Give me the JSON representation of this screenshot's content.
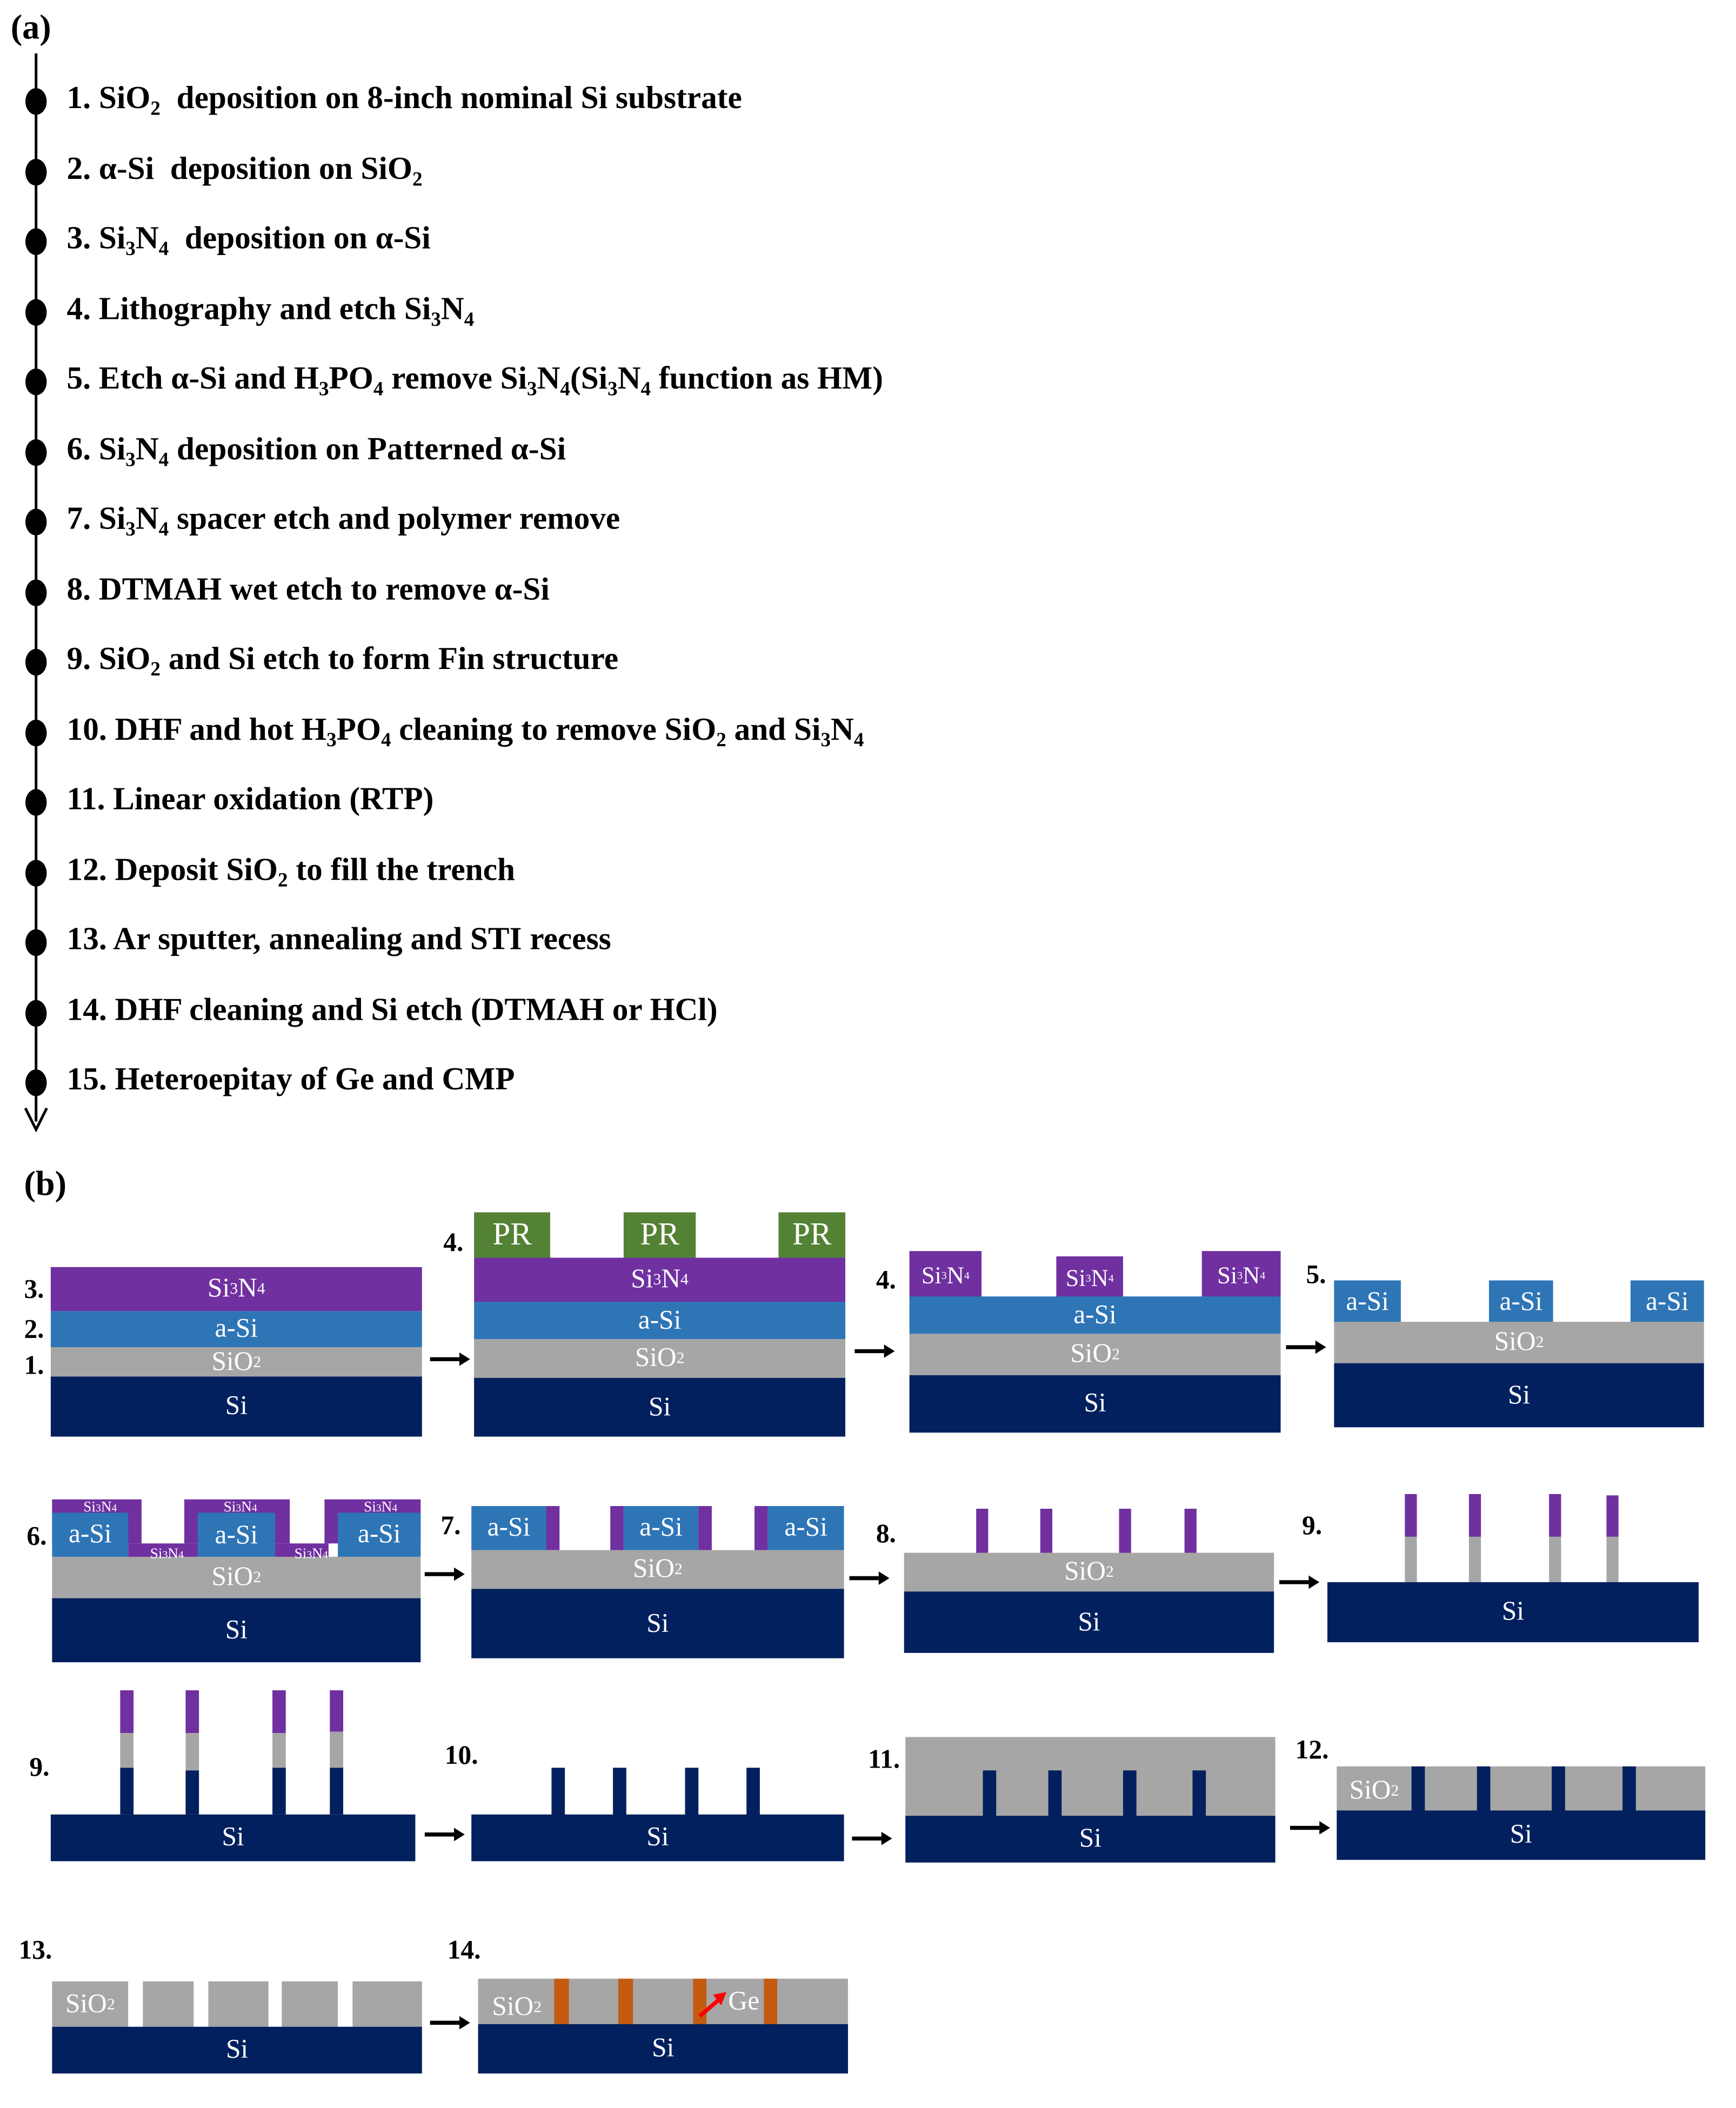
{
  "panel_a": {
    "label": "(a)",
    "steps": [
      {
        "n": "1.",
        "parts": [
          "SiO",
          "2",
          "  deposition on 8-inch nominal Si substrate"
        ]
      },
      {
        "n": "2.",
        "parts": [
          "α-Si  deposition on SiO",
          "2",
          ""
        ]
      },
      {
        "n": "3.",
        "parts": [
          "Si",
          "3",
          "N",
          "4",
          "  deposition on α-Si"
        ]
      },
      {
        "n": "4.",
        "parts": [
          "Lithography and etch Si",
          "3",
          "N",
          "4",
          ""
        ]
      },
      {
        "n": "5.",
        "parts": [
          "Etch α-Si and H",
          "3",
          "PO",
          "4",
          " remove Si",
          "3",
          "N",
          "4",
          "(Si",
          "3",
          "N",
          "4",
          " function as HM)"
        ]
      },
      {
        "n": "6.",
        "parts": [
          "Si",
          "3",
          "N",
          "4",
          " deposition on Patterned α-Si"
        ]
      },
      {
        "n": "7.",
        "parts": [
          "Si",
          "3",
          "N",
          "4",
          " spacer etch and polymer remove"
        ]
      },
      {
        "n": "8.",
        "parts": [
          "DTMAH wet etch to remove α-Si"
        ]
      },
      {
        "n": "9.",
        "parts": [
          "SiO",
          "2",
          " and Si etch to form Fin structure"
        ]
      },
      {
        "n": "10.",
        "parts": [
          "DHF and hot H",
          "3",
          "PO",
          "4",
          " cleaning to remove SiO",
          "2",
          " and Si",
          "3",
          "N",
          "4",
          ""
        ]
      },
      {
        "n": "11.",
        "parts": [
          "Linear oxidation (RTP)"
        ]
      },
      {
        "n": "12.",
        "parts": [
          "Deposit SiO",
          "2",
          " to fill the trench"
        ]
      },
      {
        "n": "13.",
        "parts": [
          "Ar sputter, annealing and STI recess"
        ]
      },
      {
        "n": "14.",
        "parts": [
          "DHF cleaning and Si etch (DTMAH or HCl)"
        ]
      },
      {
        "n": "15.",
        "parts": [
          "Heteroepitay of Ge and CMP"
        ]
      }
    ]
  },
  "panel_b": {
    "label": "(b)",
    "materials": {
      "si": {
        "label": "Si",
        "color": "#02205e"
      },
      "sio2": {
        "label": "SiO2",
        "color": "#a6a6a6"
      },
      "asi": {
        "label": "a-Si",
        "color": "#2e75b6"
      },
      "sin": {
        "label": "Si3N4",
        "color": "#7030a0"
      },
      "pr": {
        "label": "PR",
        "color": "#548235"
      },
      "ge": {
        "label": "Ge",
        "color": "#c55a11"
      }
    },
    "diagrams": [
      {
        "id": "d123",
        "step_labels": [
          "3.",
          "2.",
          "1."
        ]
      },
      {
        "id": "d4pr",
        "step_labels": [
          "4."
        ]
      },
      {
        "id": "d4",
        "step_labels": [
          "4."
        ]
      },
      {
        "id": "d5",
        "step_labels": [
          "5."
        ]
      },
      {
        "id": "d6",
        "step_labels": [
          "6."
        ]
      },
      {
        "id": "d7",
        "step_labels": [
          "7."
        ]
      },
      {
        "id": "d8",
        "step_labels": [
          "8."
        ]
      },
      {
        "id": "d9a",
        "step_labels": [
          "9."
        ]
      },
      {
        "id": "d9b",
        "step_labels": [
          "9."
        ]
      },
      {
        "id": "d10",
        "step_labels": [
          "10."
        ]
      },
      {
        "id": "d11",
        "step_labels": [
          "11."
        ]
      },
      {
        "id": "d12",
        "step_labels": [
          "12."
        ]
      },
      {
        "id": "d13",
        "step_labels": [
          "13."
        ]
      },
      {
        "id": "d14",
        "step_labels": [
          "14."
        ]
      }
    ],
    "labels": {
      "si": "Si",
      "sio2": "SiO",
      "sub2": "2",
      "asi": "a-Si",
      "sin_si": "Si",
      "sub3": "3",
      "sin_n": "N",
      "sub4": "4",
      "pr": "PR",
      "ge": "Ge"
    }
  }
}
